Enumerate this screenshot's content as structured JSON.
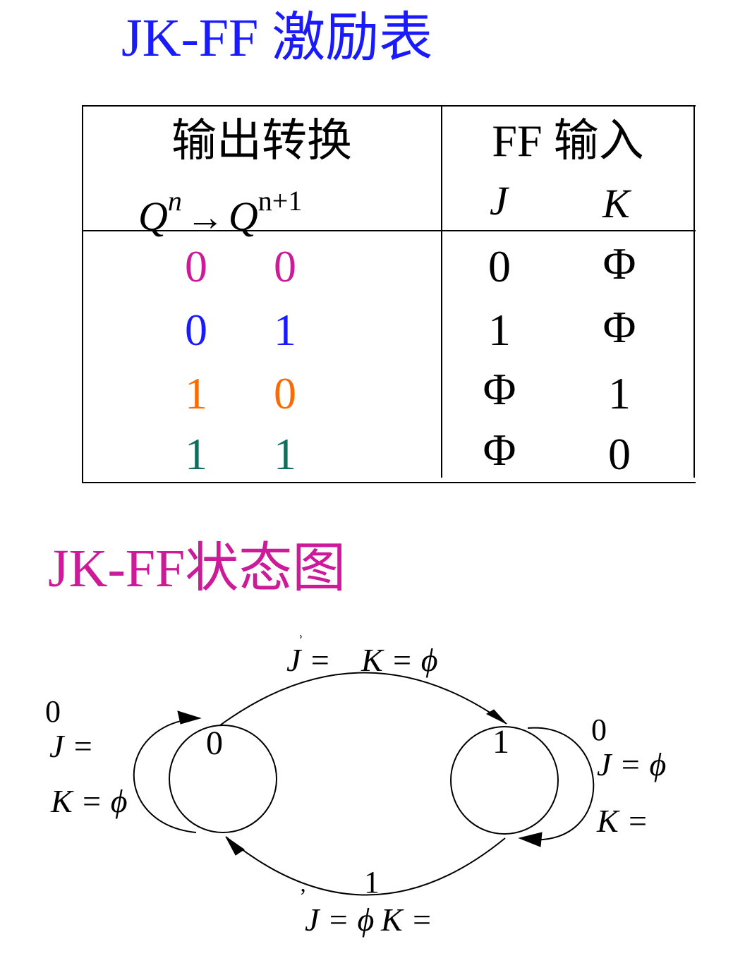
{
  "title_table": "JK-FF 激励表",
  "title_state": "JK-FF状态图",
  "colors": {
    "title_table": "#1a1aff",
    "title_state": "#cc1a99",
    "row_colors": [
      "#cc1a99",
      "#1a1aff",
      "#ff6a00",
      "#0f6e5e"
    ]
  },
  "table": {
    "header_left": "输出转换",
    "header_right": "FF 输入",
    "q": "Q",
    "n": "n",
    "n1": "n+1",
    "arrow": "→",
    "j": "J",
    "k": "K",
    "rows": [
      {
        "qn": "0",
        "qn1": "0",
        "j": "0",
        "k": "Φ"
      },
      {
        "qn": "0",
        "qn1": "1",
        "j": "1",
        "k": "Φ"
      },
      {
        "qn": "1",
        "qn1": "0",
        "j": "Φ",
        "k": "1"
      },
      {
        "qn": "1",
        "qn1": "1",
        "j": "Φ",
        "k": "0"
      }
    ]
  },
  "diagram": {
    "state0": "0",
    "state1": "1",
    "top_label_j": "J =",
    "top_label_k": "K = ϕ",
    "top_mark": "ʾ",
    "bottom_label_j": "J = ϕ",
    "bottom_label_k": "K =",
    "bottom_mark": "1",
    "bottom_comma": "’",
    "left_mark": "0",
    "left_j": "J =",
    "left_k": "K = ϕ",
    "right_mark": "0",
    "right_j": "J = ϕ",
    "right_k": "K ="
  }
}
